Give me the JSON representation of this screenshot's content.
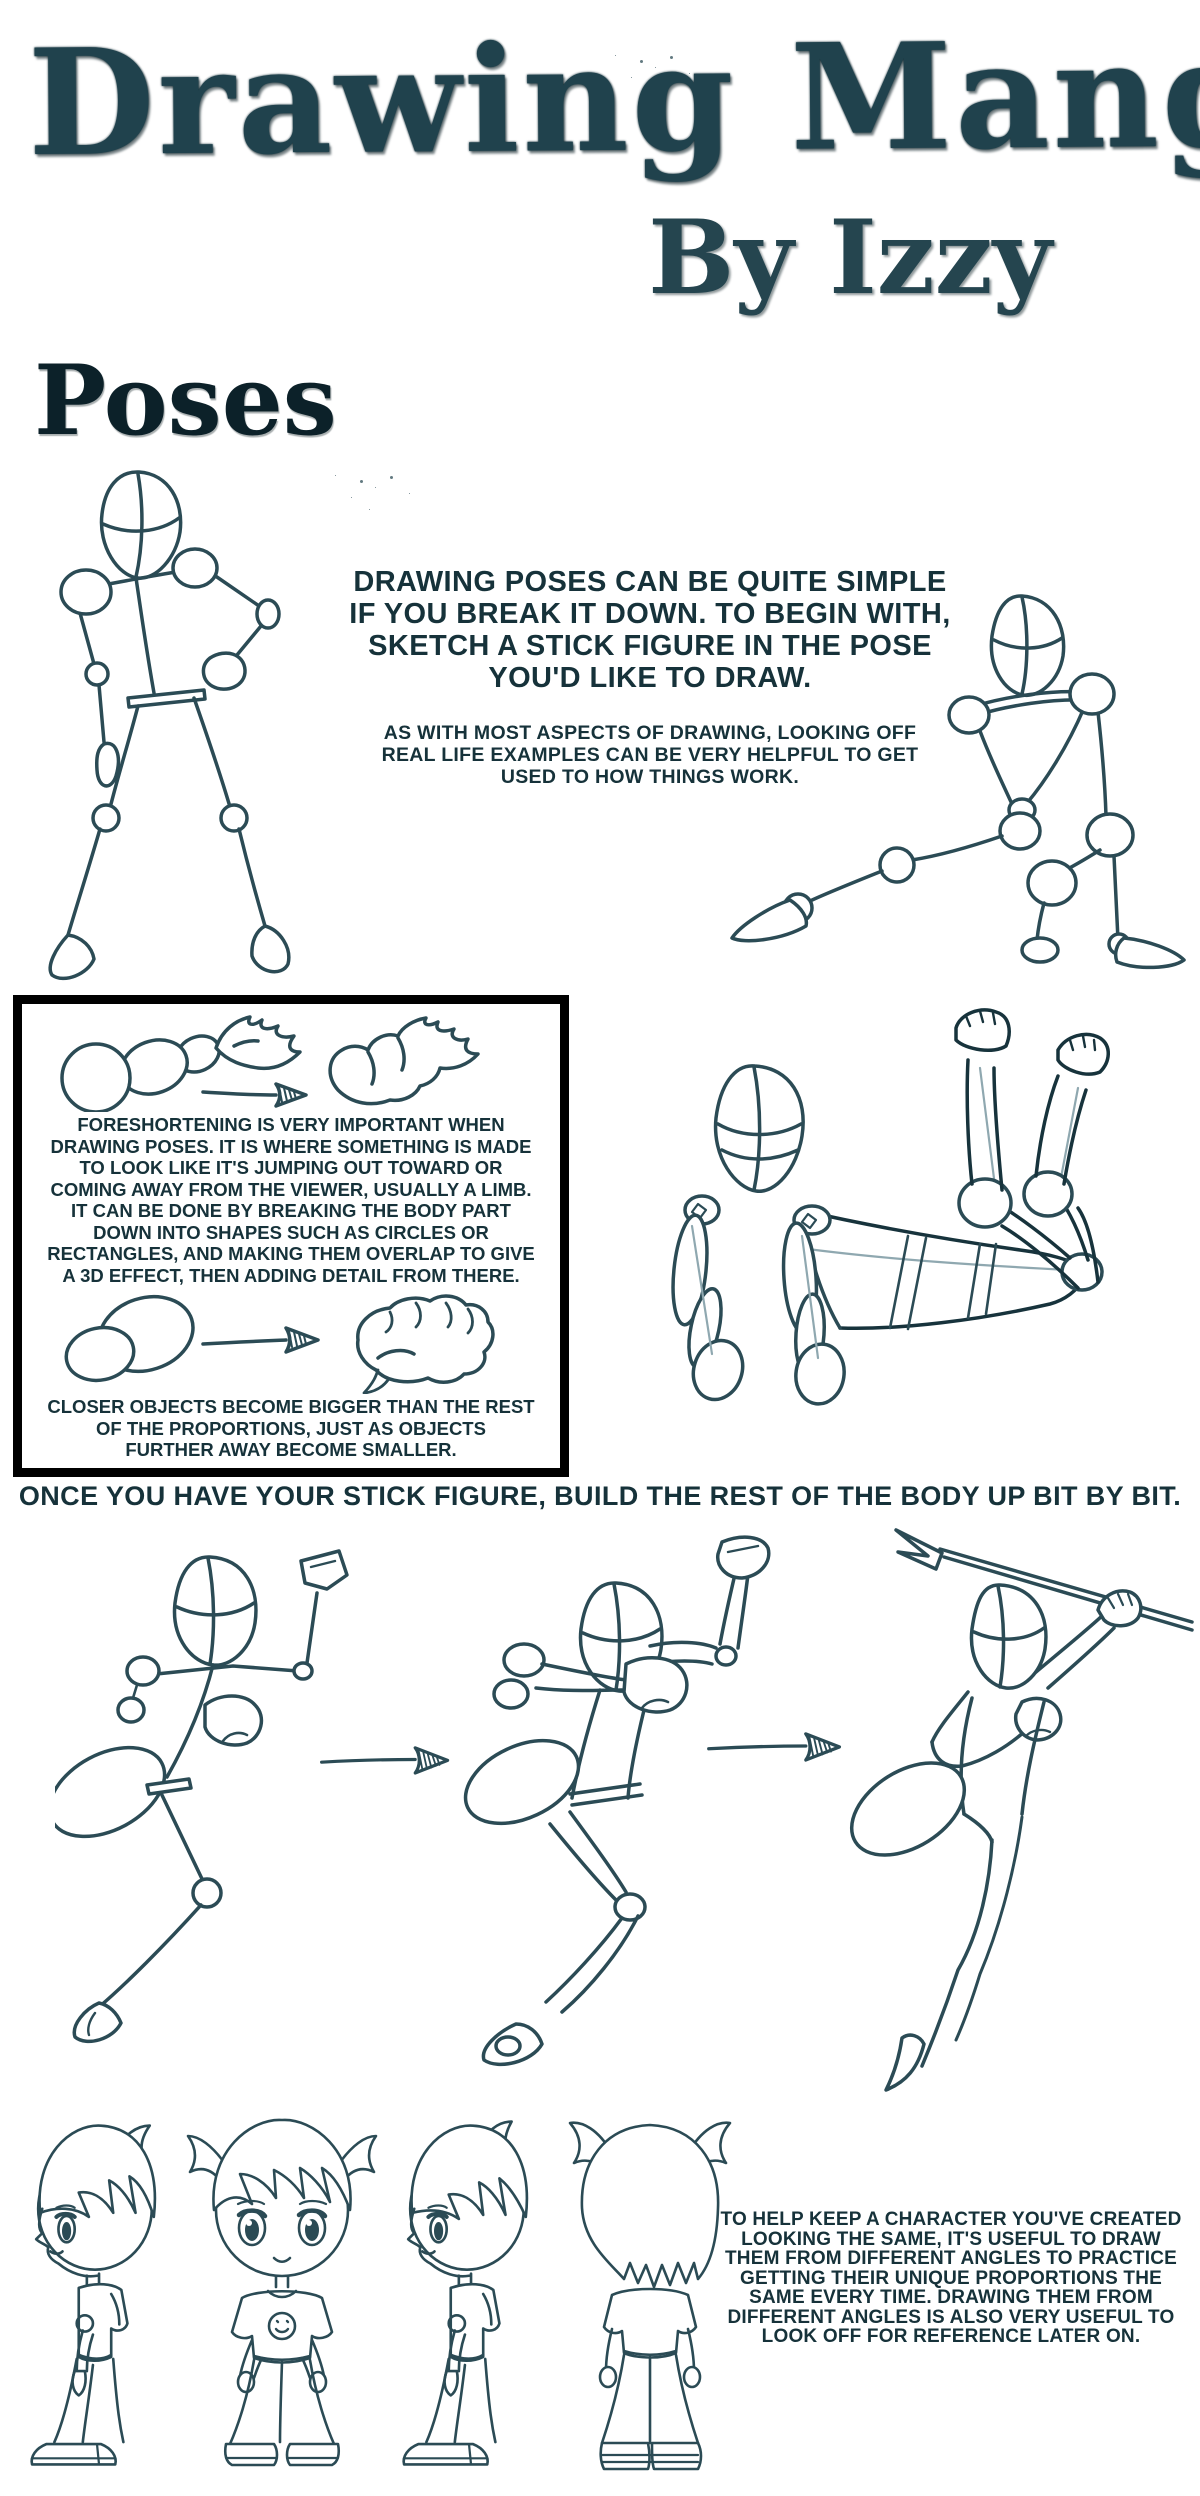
{
  "header": {
    "title": "Drawing Manga",
    "byline": "By Izzy"
  },
  "section": {
    "title": "Poses"
  },
  "intro": {
    "main_lines": [
      "DRAWING POSES CAN BE QUITE SIMPLE",
      "IF YOU BREAK IT DOWN. TO BEGIN WITH,",
      "SKETCH A STICK FIGURE IN THE POSE",
      "YOU'D LIKE TO DRAW."
    ],
    "sub_lines": [
      "AS WITH MOST ASPECTS OF DRAWING, LOOKING OFF",
      "REAL LIFE EXAMPLES CAN BE VERY HELPFUL TO GET",
      "USED TO HOW THINGS WORK."
    ]
  },
  "foreshortening_box": {
    "top_lines": [
      "FORESHORTENING IS VERY IMPORTANT WHEN",
      "DRAWING POSES. IT IS WHERE SOMETHING IS MADE",
      "TO LOOK LIKE IT'S JUMPING OUT TOWARD OR",
      "COMING AWAY FROM THE VIEWER, USUALLY A LIMB.",
      "IT CAN BE DONE BY BREAKING THE BODY PART",
      "DOWN INTO SHAPES SUCH AS CIRCLES OR",
      "RECTANGLES, AND MAKING THEM OVERLAP TO GIVE",
      "A 3D EFFECT, THEN ADDING DETAIL FROM THERE."
    ],
    "bottom_lines": [
      "CLOSER OBJECTS BECOME BIGGER THAN THE REST",
      "OF THE PROPORTIONS, JUST AS OBJECTS",
      "FURTHER AWAY BECOME SMALLER."
    ]
  },
  "build_caption": "ONCE YOU HAVE YOUR STICK FIGURE, BUILD THE REST OF THE BODY UP BIT BY BIT.",
  "turnaround": {
    "lines": [
      "TO HELP KEEP A CHARACTER YOU'VE CREATED",
      "LOOKING THE SAME, IT'S USEFUL TO DRAW",
      "THEM FROM DIFFERENT ANGLES TO PRACTICE",
      "GETTING THEIR UNIQUE PROPORTIONS THE",
      "SAME EVERY TIME. DRAWING THEM FROM",
      "DIFFERENT ANGLES IS ALSO VERY USEFUL TO",
      "LOOK OFF FOR REFERENCE LATER ON."
    ]
  },
  "illustrations": {
    "standing_stick_figure": "stick figure standing, hand on hip",
    "crouching_stick_figure": "stick figure crouching, leg extended",
    "foreshortened_arm_shapes": "arm built from overlapping ovals",
    "foreshortened_arm_detailed": "arm with detail added",
    "overlapping_circles": "overlapping circle shapes",
    "detailed_fist": "detailed fist punching toward viewer",
    "falling_mannequin": "mannequin figure leaping toward viewer",
    "jump_stick": "jump pose as stick figure",
    "jump_mannequin": "jump pose with body shapes",
    "jump_final": "finished jump pose holding spear",
    "turnaround_views": [
      "left profile",
      "front",
      "right profile",
      "back"
    ]
  },
  "colors": {
    "background": "#ffffff",
    "ink": "#2b4b55",
    "lettering": "#16323a",
    "title": "#20424d",
    "box_border": "#000000"
  }
}
